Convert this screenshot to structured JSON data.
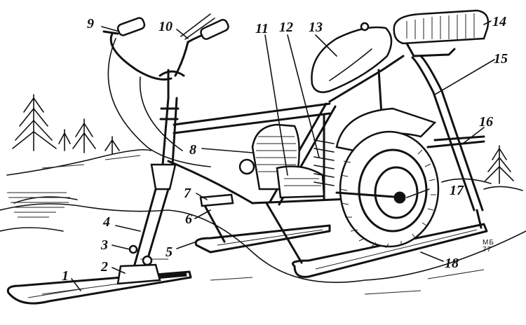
{
  "callouts": [
    {
      "id": 1,
      "label": "1"
    },
    {
      "id": 2,
      "label": "2"
    },
    {
      "id": 3,
      "label": "3"
    },
    {
      "id": 4,
      "label": "4"
    },
    {
      "id": 5,
      "label": "5"
    },
    {
      "id": 6,
      "label": "6"
    },
    {
      "id": 7,
      "label": "7"
    },
    {
      "id": 8,
      "label": "8"
    },
    {
      "id": 9,
      "label": "9"
    },
    {
      "id": 10,
      "label": "10"
    },
    {
      "id": 11,
      "label": "11"
    },
    {
      "id": 12,
      "label": "12"
    },
    {
      "id": 13,
      "label": "13"
    },
    {
      "id": 14,
      "label": "14"
    },
    {
      "id": 15,
      "label": "15"
    },
    {
      "id": 16,
      "label": "16"
    },
    {
      "id": 17,
      "label": "17"
    },
    {
      "id": 18,
      "label": "18"
    }
  ],
  "signature": {
    "initials": "МБ",
    "year": "77"
  },
  "colors": {
    "ink": "#111111",
    "paper": "#ffffff"
  }
}
